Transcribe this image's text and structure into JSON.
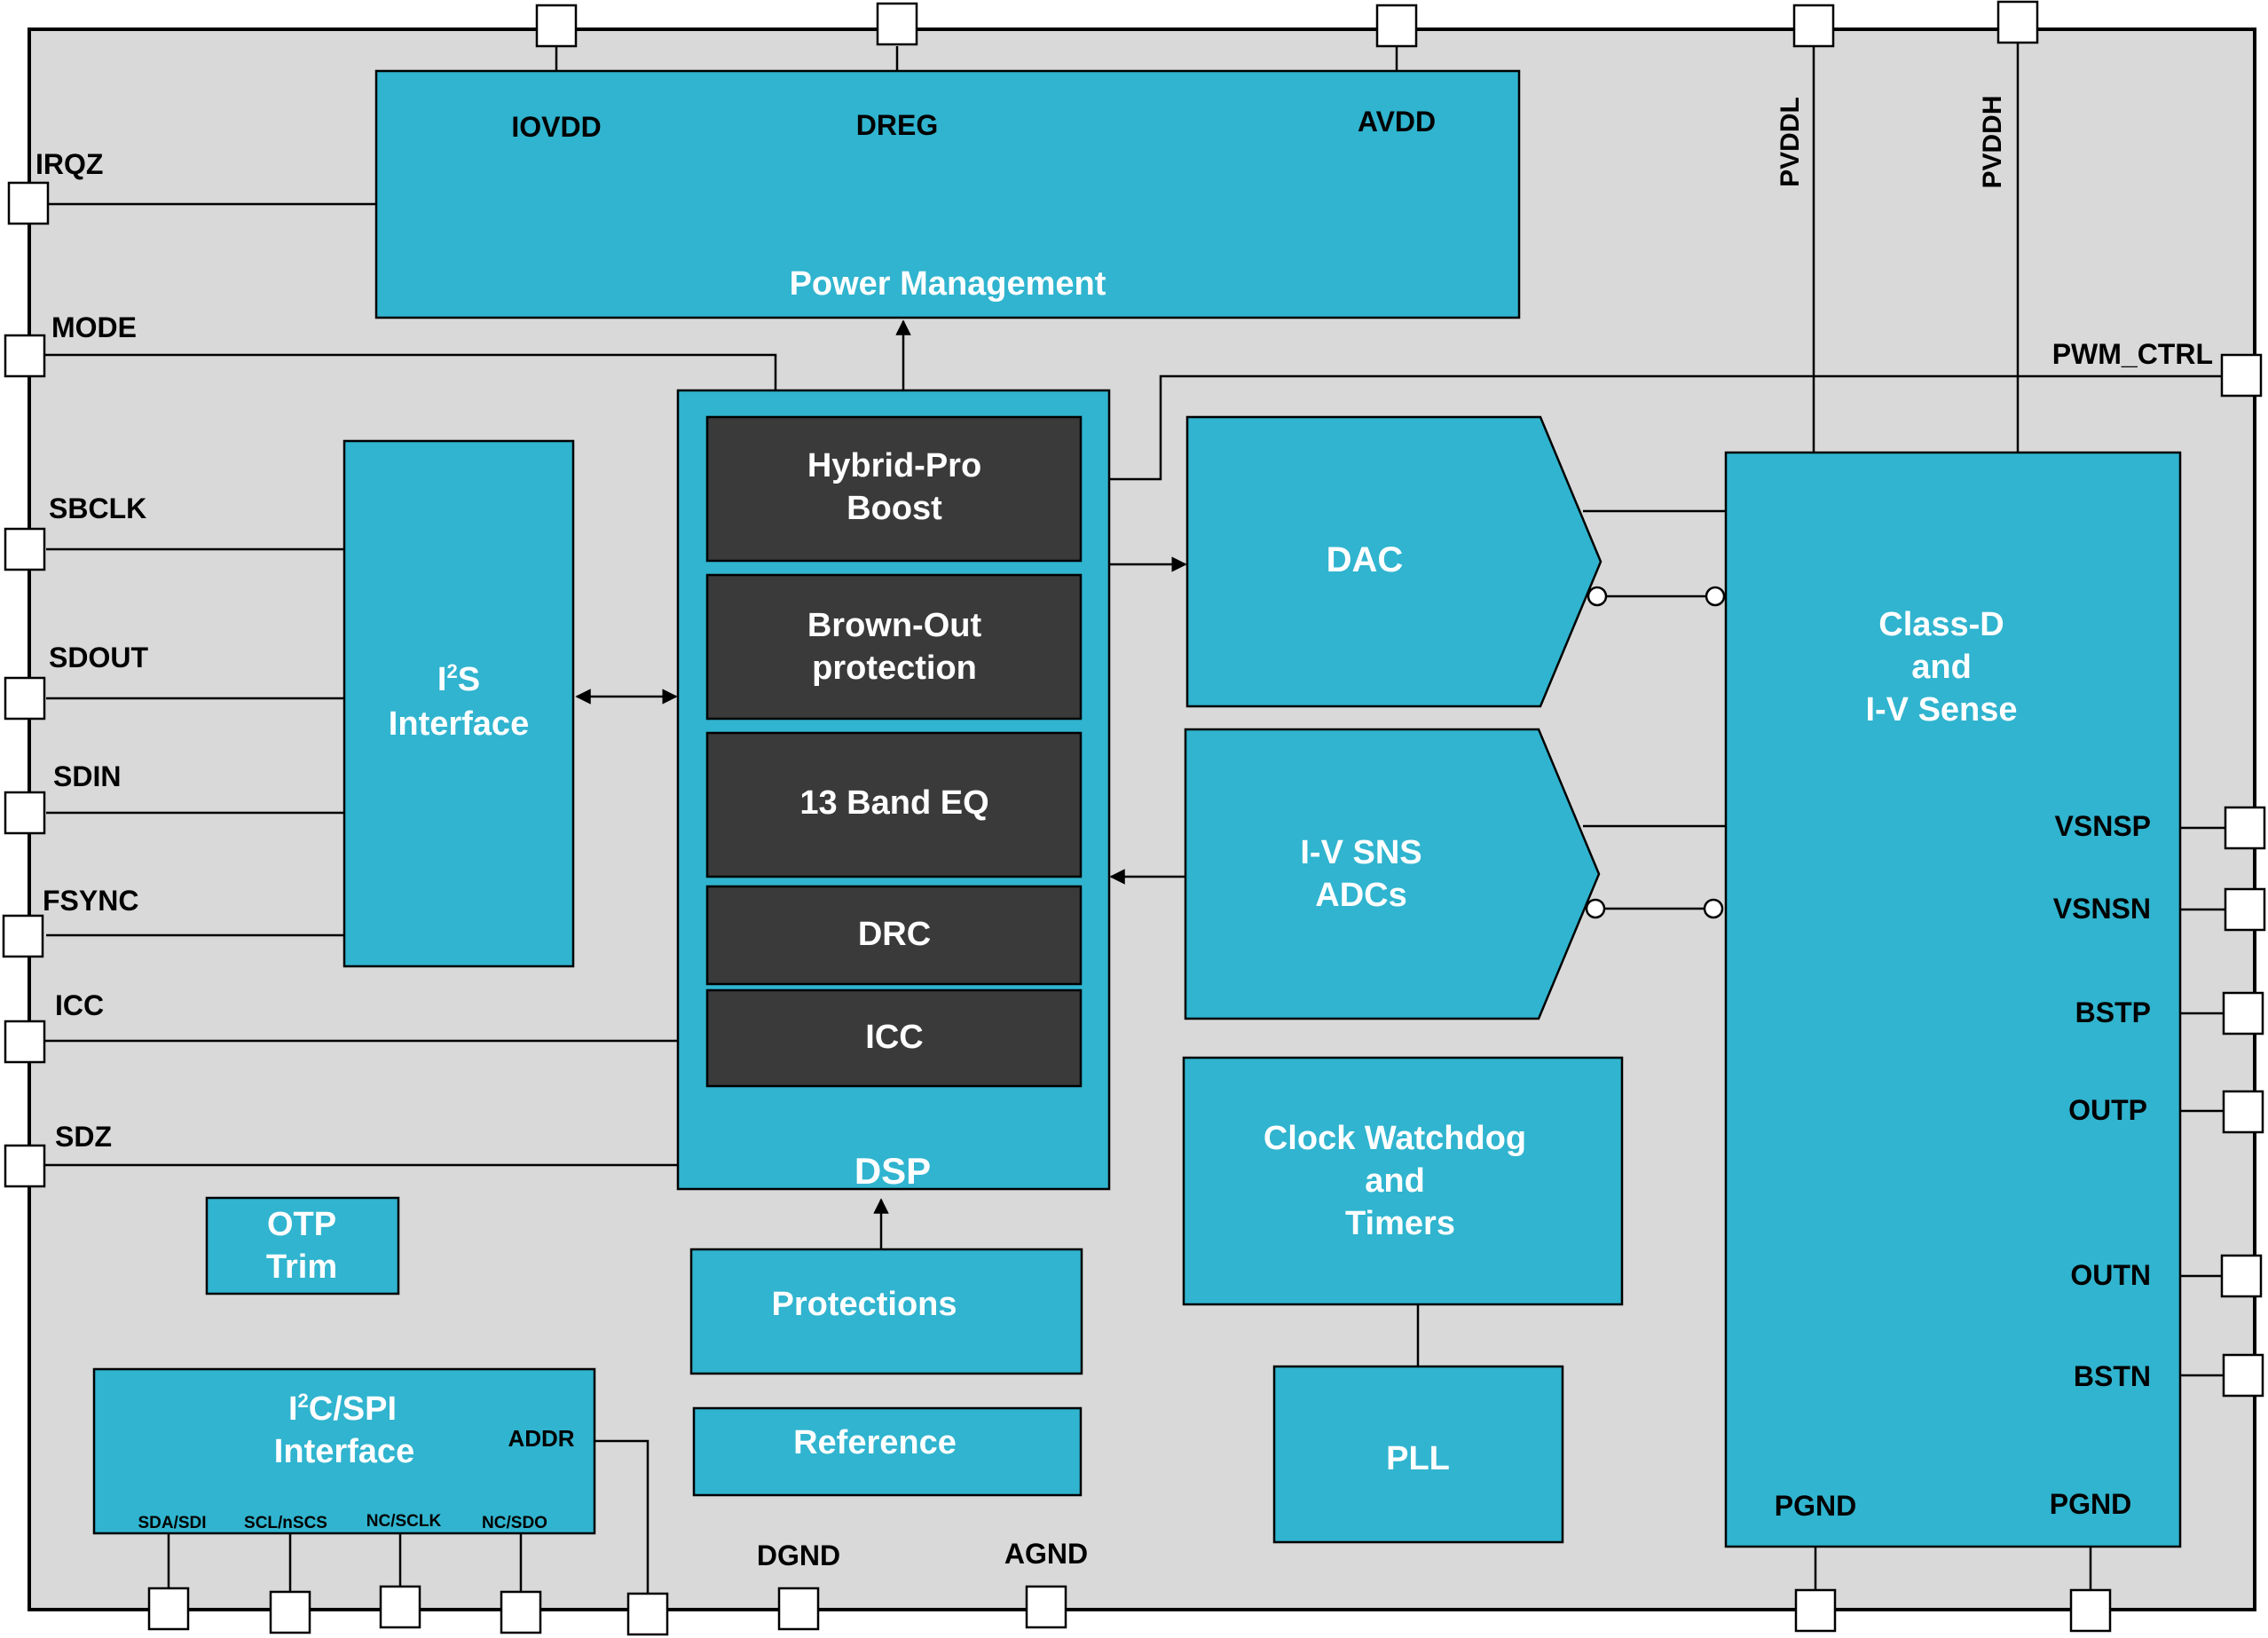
{
  "colors": {
    "block": "#30b4cf",
    "dsp_sub": "#3a3a3a",
    "chip_bg": "#d9d9d9",
    "line": "#000000"
  },
  "pins": {
    "iovdd": "IOVDD",
    "dreg": "DREG",
    "avdd": "AVDD",
    "pvddl": "PVDDL",
    "pvddh": "PVDDH",
    "irqz": "IRQZ",
    "mode": "MODE",
    "sbclk": "SBCLK",
    "sdout": "SDOUT",
    "sdin": "SDIN",
    "fsync": "FSYNC",
    "icc": "ICC",
    "sdz": "SDZ",
    "pwm_ctrl": "PWM_CTRL",
    "vsnsp": "VSNSP",
    "vsnsn": "VSNSN",
    "bstp": "BSTP",
    "outp": "OUTP",
    "outn": "OUTN",
    "bstn": "BSTN",
    "pgnd_1": "PGND",
    "pgnd_2": "PGND",
    "dgnd": "DGND",
    "agnd": "AGND",
    "addr": "ADDR",
    "sda_sdi": "SDA/SDI",
    "scl_nscs": "SCL/nSCS",
    "nc_sclk": "NC/SCLK",
    "nc_sdo": "NC/SDO"
  },
  "blocks": {
    "power_management": "Power Management",
    "i2s_l1a": "I",
    "i2s_sup": "2",
    "i2s_l1b": "S",
    "i2s_l2": "Interface",
    "dsp": "DSP",
    "hybrid_l1": "Hybrid-Pro",
    "hybrid_l2": "Boost",
    "brownout_l1": "Brown-Out",
    "brownout_l2": "protection",
    "eq": "13 Band EQ",
    "drc": "DRC",
    "icc": "ICC",
    "dac": "DAC",
    "ivsns_l1": "I-V SNS",
    "ivsns_l2": "ADCs",
    "classd_l1": "Class-D",
    "classd_l2": "and",
    "classd_l3": "I-V Sense",
    "clock_l1": "Clock Watchdog",
    "clock_l2": "and",
    "clock_l3": "Timers",
    "pll": "PLL",
    "protections": "Protections",
    "reference": "Reference",
    "otp_l1": "OTP",
    "otp_l2": "Trim",
    "i2c_l1a": "I",
    "i2c_sup": "2",
    "i2c_l1b": "C/SPI",
    "i2c_l2": "Interface"
  }
}
